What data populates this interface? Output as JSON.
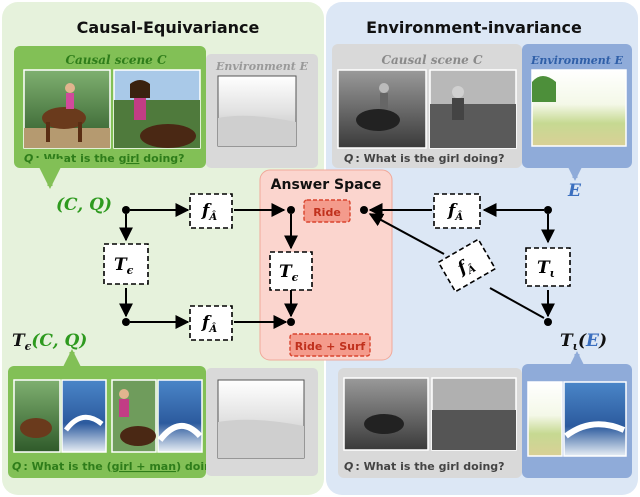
{
  "left_panel": {
    "title": "Causal-Equivariance",
    "causal_label": "Causal scene C",
    "env_label": "Environment E",
    "question_top_prefix": "Q",
    "question_top_text": ": What is the ",
    "question_top_word": "girl",
    "question_top_suffix": " doing?",
    "question_bottom_prefix": "Q",
    "question_bottom_text": ": What is the (",
    "question_bottom_word": "girl + man",
    "question_bottom_suffix": ") doing?",
    "node_cq": "(C, Q)",
    "node_tcq_t": "T",
    "node_tcq_sub": "ϵ",
    "node_tcq_args": "(C, Q)"
  },
  "right_panel": {
    "title": "Environment-invariance",
    "causal_label": "Causal scene C",
    "env_label": "Environment E",
    "question_top_prefix": "Q",
    "question_top_text": ": What is the girl doing?",
    "question_bottom_prefix": "Q",
    "question_bottom_text": ": What is the girl doing?",
    "node_e": "E",
    "node_te_t": "T",
    "node_te_sub": "ι",
    "node_te_args_open": "(",
    "node_te_args_e": "E",
    "node_te_args_close": ")"
  },
  "answer_space": {
    "title": "Answer Space",
    "answer_top": "Ride",
    "answer_bottom": "Ride + Surf"
  },
  "operators": {
    "f_main": "f",
    "f_sub": "Â",
    "t_eps_main": "T",
    "t_eps_sub": "ϵ",
    "t_iota_main": "T",
    "t_iota_sub": "ι"
  },
  "colors": {
    "left_bg": "#e6f2dc",
    "right_bg": "#dce7f5",
    "answer_bg": "#fbd5ce",
    "green_accent": "#82c056",
    "blue_accent": "#8fabd9",
    "red_label": "#d9452e",
    "green_text": "#2e9a1f",
    "blue_text": "#3b6fbf"
  }
}
